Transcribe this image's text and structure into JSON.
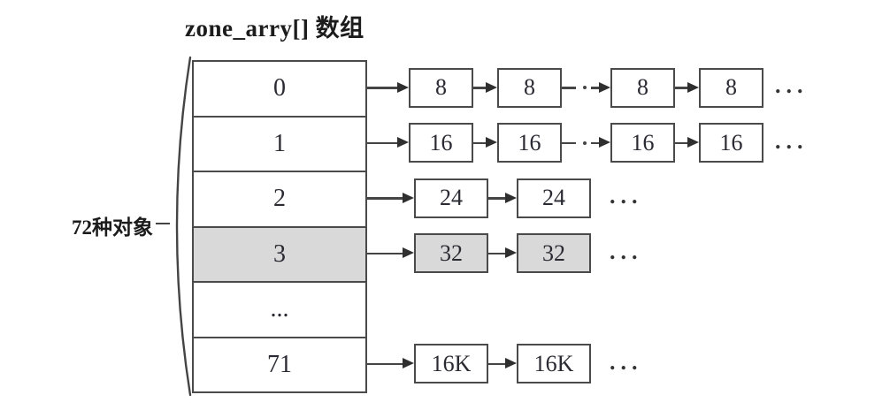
{
  "title": "zone_arry[] 数组",
  "side_label": "72种对象",
  "colors": {
    "line": "#444444",
    "box_border": "#4a4a4a",
    "shaded_fill": "#d9d9d9",
    "text": "#222222",
    "background": "#ffffff"
  },
  "array": {
    "cells": [
      {
        "label": "0",
        "shaded": false
      },
      {
        "label": "1",
        "shaded": false
      },
      {
        "label": "2",
        "shaded": false
      },
      {
        "label": "3",
        "shaded": true
      },
      {
        "label": "...",
        "shaded": false
      },
      {
        "label": "71",
        "shaded": false
      }
    ]
  },
  "lists": [
    {
      "cell_index": 0,
      "nodes": [
        "8",
        "8",
        "8",
        "8"
      ],
      "break_after": 2,
      "shaded": false,
      "more": "..."
    },
    {
      "cell_index": 1,
      "nodes": [
        "16",
        "16",
        "16",
        "16"
      ],
      "break_after": 2,
      "shaded": false,
      "more": "..."
    },
    {
      "cell_index": 2,
      "nodes": [
        "24",
        "24"
      ],
      "break_after": 0,
      "shaded": false,
      "more": "..."
    },
    {
      "cell_index": 3,
      "nodes": [
        "32",
        "32"
      ],
      "break_after": 0,
      "shaded": true,
      "more": "..."
    },
    {
      "cell_index": 5,
      "nodes": [
        "16K",
        "16K"
      ],
      "break_after": 0,
      "shaded": false,
      "more": "..."
    }
  ]
}
